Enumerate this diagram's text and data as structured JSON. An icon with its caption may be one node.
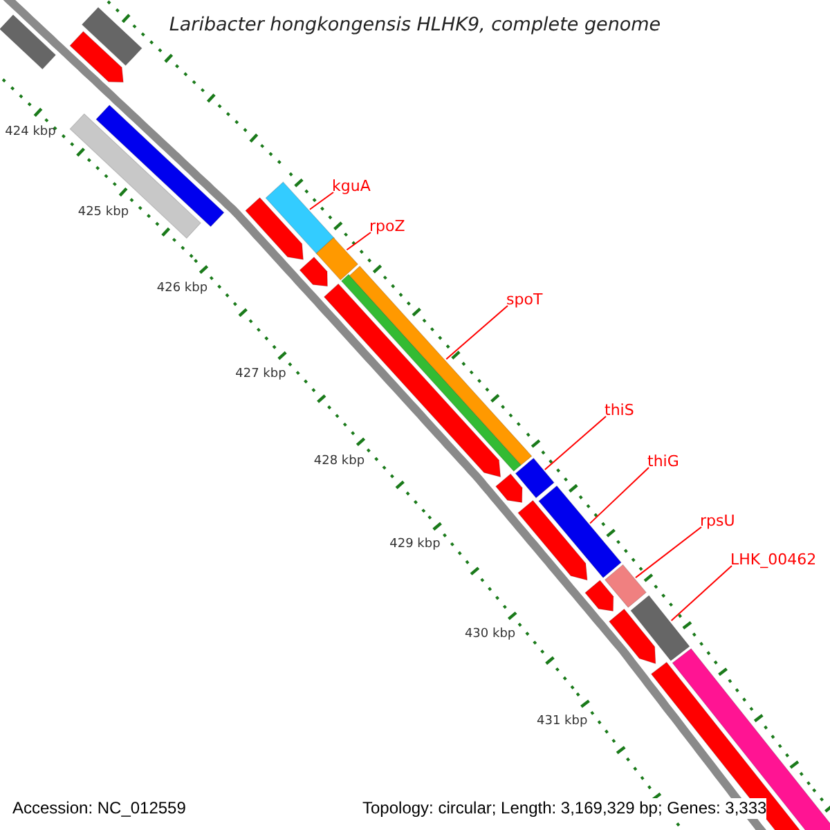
{
  "diagram": {
    "title": "Laribacter hongkongensis HLHK9, complete genome",
    "nodes": [
      {
        "text": [
          "kguA"
        ]
      },
      {
        "text": [
          "rpoZ"
        ]
      },
      {
        "text": [
          "spoT"
        ]
      },
      {
        "text": [
          "thiS"
        ]
      },
      {
        "text": [
          "thiG"
        ]
      },
      {
        "text": [
          "rpsU"
        ]
      },
      {
        "text": [
          "LHK_00462"
        ]
      },
      {
        "text": [],
        "shape": "bar"
      },
      {
        "text": [],
        "shape": "bar"
      },
      {
        "text": [],
        "shape": "bar"
      },
      {
        "text": [],
        "shape": "bar"
      },
      {
        "text": [],
        "shape": "bar"
      },
      {
        "text": [],
        "shape": "bar"
      },
      {
        "text": [],
        "shape": "bar"
      }
    ],
    "edges": [
      {
        "from": 0,
        "to": 7,
        "arrow": "none"
      },
      {
        "from": 1,
        "to": 8,
        "arrow": "none"
      },
      {
        "from": 2,
        "to": 9,
        "arrow": "none"
      },
      {
        "from": 3,
        "to": 10,
        "arrow": "none"
      },
      {
        "from": 4,
        "to": 11,
        "arrow": "none"
      },
      {
        "from": 5,
        "to": 12,
        "arrow": "none"
      },
      {
        "from": 6,
        "to": 13,
        "arrow": "none"
      }
    ],
    "labels": [
      "424 kbp",
      "425 kbp",
      "426 kbp",
      "427 kbp",
      "428 kbp",
      "429 kbp",
      "430 kbp",
      "431 kbp",
      "Accession: NC_012559",
      "Topology: circular; Length: 3,169,329 bp; Genes: 3,333"
    ]
  }
}
